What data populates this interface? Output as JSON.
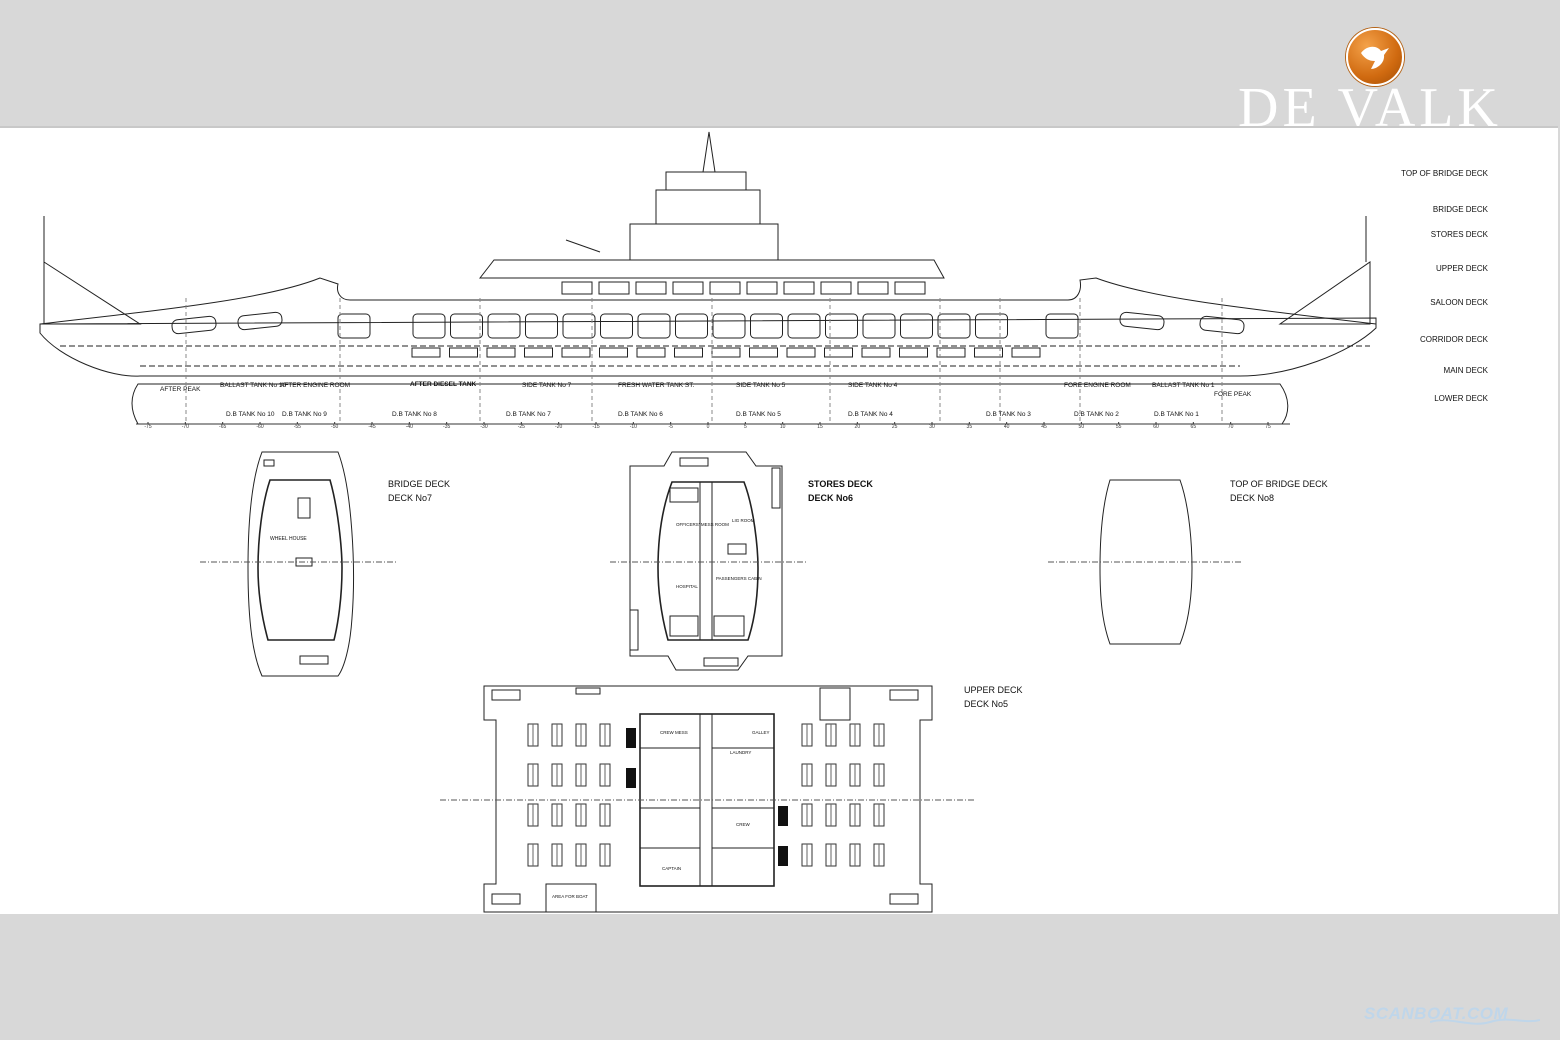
{
  "brand": {
    "name": "DE VALK",
    "logo_icon": "falcon-logo-icon",
    "accent": "#d8741a"
  },
  "watermark": {
    "text": "SCANBOAT.COM"
  },
  "profile": {
    "deck_levels": [
      "TOP OF BRIDGE DECK",
      "BRIDGE DECK",
      "STORES DECK",
      "UPPER DECK",
      "SALOON DECK",
      "CORRIDOR DECK",
      "MAIN DECK",
      "LOWER DECK"
    ],
    "tank_labels": [
      "AFTER PEAK",
      "BALLAST TANK No 10",
      "AFTER ENGINE ROOM",
      "AFTER DIESEL TANK",
      "SIDE TANK No 7",
      "FRESH WATER TANK ST.",
      "SIDE TANK No 5",
      "SIDE TANK No 4",
      "FORE ENGINE ROOM",
      "BALLAST TANK No 1",
      "FORE PEAK"
    ],
    "db_labels": [
      "D.B TANK No 10",
      "D.B TANK No 9",
      "D.B TANK No 8",
      "D.B TANK No 7",
      "D.B TANK No 6",
      "D.B TANK No 5",
      "D.B TANK No 4",
      "D.B TANK No 3",
      "D.B TANK No 2",
      "D.B TANK No 1"
    ],
    "frame_marks": [
      "-75",
      "-70",
      "-65",
      "-60",
      "-55",
      "-50",
      "-45",
      "-40",
      "-35",
      "-30",
      "-25",
      "-20",
      "-15",
      "-10",
      "-5",
      "0",
      "5",
      "10",
      "15",
      "20",
      "25",
      "30",
      "35",
      "40",
      "45",
      "50",
      "55",
      "60",
      "65",
      "70",
      "75"
    ]
  },
  "plans": {
    "bridge": {
      "title": "BRIDGE DECK",
      "subtitle": "DECK No7",
      "room": "WHEEL HOUSE"
    },
    "stores": {
      "title": "STORES DECK",
      "subtitle": "DECK No6",
      "rooms": [
        "OFFICERS' MESS ROOM",
        "HOSPITAL",
        "PASSENGERS CABIN",
        "LIG ROOM"
      ]
    },
    "top_bridge": {
      "title": "TOP OF BRIDGE DECK",
      "subtitle": "DECK No8"
    },
    "upper": {
      "title": "UPPER DECK",
      "subtitle": "DECK No5",
      "rooms": [
        "CREW MESS",
        "GALLEY",
        "LAUNDRY",
        "CAPTAIN",
        "CREW",
        "AREA FOR BOAT"
      ]
    }
  }
}
